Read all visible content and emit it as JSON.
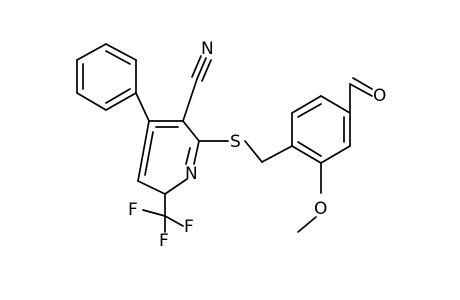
{
  "structure": {
    "atom_labels": {
      "nitrile_n": "N",
      "ring_n": "N",
      "sulfur": "S",
      "methoxy_o": "O",
      "aldehyde_o": "O",
      "fluorine_1": "F",
      "fluorine_2": "F",
      "fluorine_3": "F"
    }
  }
}
